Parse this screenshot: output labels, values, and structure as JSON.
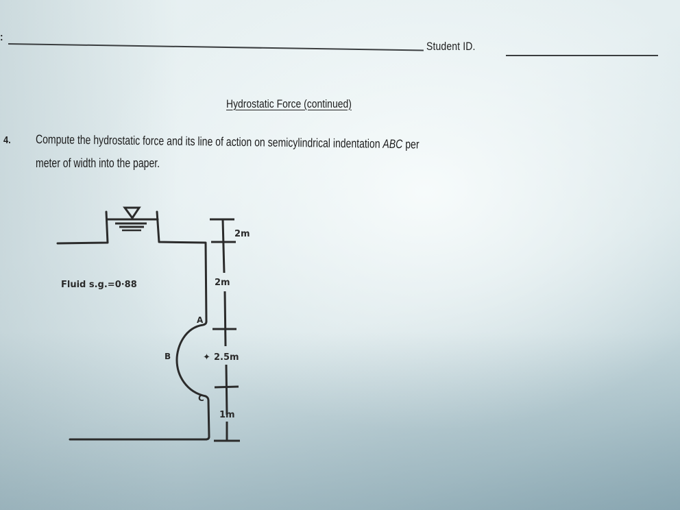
{
  "header": {
    "name_field_label_fragment": ":",
    "student_id_label": "Student ID."
  },
  "section": {
    "title": "Hydrostatic Force (continued)"
  },
  "question": {
    "number": "4.",
    "text_line1_part1": "Compute the hydrostatic force and its line of action on semicylindrical indentation ",
    "text_line1_italic": "ABC",
    "text_line1_part2": " per",
    "text_line2": "meter of width into the paper."
  },
  "diagram": {
    "fluid_label": "Fluid s.g.=0·88",
    "point_labels": {
      "a": "A",
      "b": "B",
      "c": "C"
    },
    "dimensions": {
      "top_gap": "2m",
      "wall_to_A": "2m",
      "diameter_AC": "2.5m",
      "C_to_bottom": "1m"
    },
    "free_surface_symbol": "free-surface-triangle"
  },
  "colors": {
    "ink": "#2a2a2a",
    "paper": "#e6eff1",
    "shadow": "#9fb9c2"
  }
}
